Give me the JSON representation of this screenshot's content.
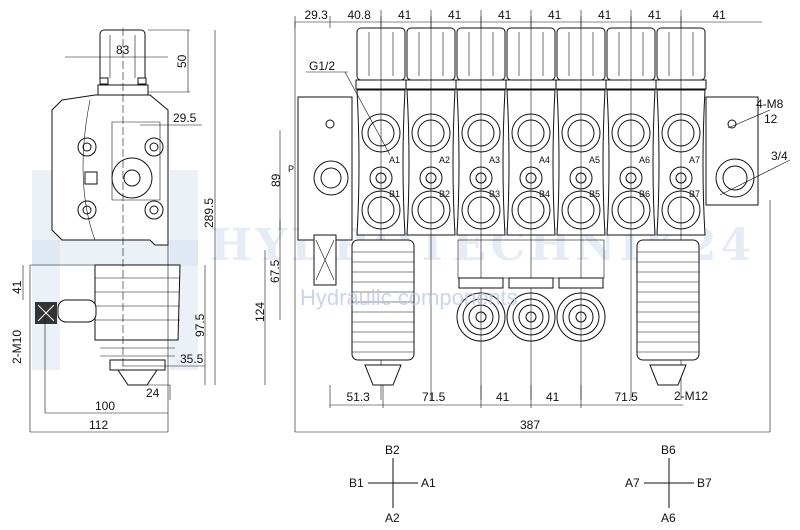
{
  "watermark": {
    "brand": "HYDROTECHNIK24",
    "tagline": "Hydraulic components"
  },
  "side_view": {
    "dims": {
      "top_width": "83",
      "cap_height": "50",
      "offset": "29.5",
      "total_height": "289.5",
      "lever_offset": "41",
      "mount_thread": "2-M10",
      "boot_height": "97.5",
      "boot_offset": "35.5",
      "nut_width": "24",
      "width_100": "100",
      "width_112": "112"
    }
  },
  "front_view": {
    "top_dims": [
      "29.3",
      "40.8",
      "41",
      "41",
      "41",
      "41",
      "41",
      "41",
      "41"
    ],
    "bottom_dims": [
      "51.3",
      "71.5",
      "41",
      "41",
      "71.5"
    ],
    "mount_thread": "2-M12",
    "total_length": "387",
    "left_dims": {
      "height_89": "89",
      "height_67_5": "67.5",
      "height_124": "124"
    },
    "labels": {
      "port_thread": "G1/2",
      "mount_holes": "4-M8",
      "hole_depth": "12",
      "outlet_thread": "3/4",
      "pressure_port": "P"
    },
    "ports_a": [
      "A1",
      "A2",
      "A3",
      "A4",
      "A5",
      "A6",
      "A7"
    ],
    "ports_b": [
      "B1",
      "B2",
      "B3",
      "B4",
      "B5",
      "B6",
      "B7"
    ]
  },
  "joystick_schemes": [
    {
      "up": "B2",
      "left": "B1",
      "right": "A1",
      "down": "A2"
    },
    {
      "up": "B6",
      "left": "A7",
      "right": "B7",
      "down": "A6"
    }
  ]
}
